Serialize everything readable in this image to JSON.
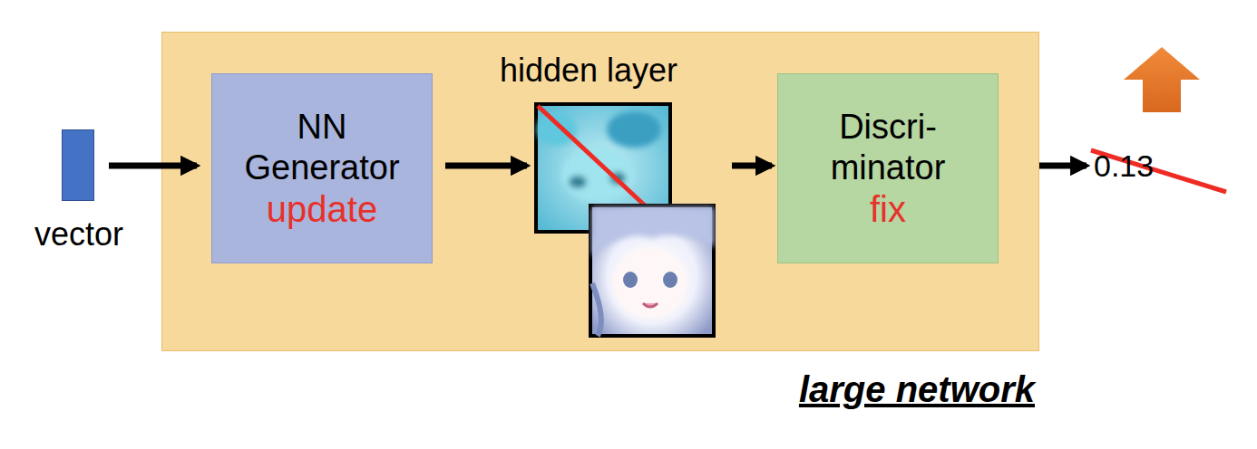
{
  "diagram": {
    "nodes": [
      {
        "text": [
          "large network"
        ]
      },
      {
        "text": [
          "vector"
        ]
      },
      {
        "text": [
          "NN Generator",
          "update"
        ],
        "in": 0
      },
      {
        "text": [
          "hidden layer"
        ],
        "in": 0
      },
      {
        "text": [
          "Discri- minator",
          "fix"
        ],
        "in": 0
      }
    ],
    "edges": [
      {
        "from": 1,
        "to": 2,
        "arrow": "to"
      },
      {
        "from": 2,
        "to": 3,
        "arrow": "to"
      },
      {
        "from": 3,
        "to": 4,
        "arrow": "to"
      }
    ],
    "labels": [
      "0.13"
    ]
  }
}
